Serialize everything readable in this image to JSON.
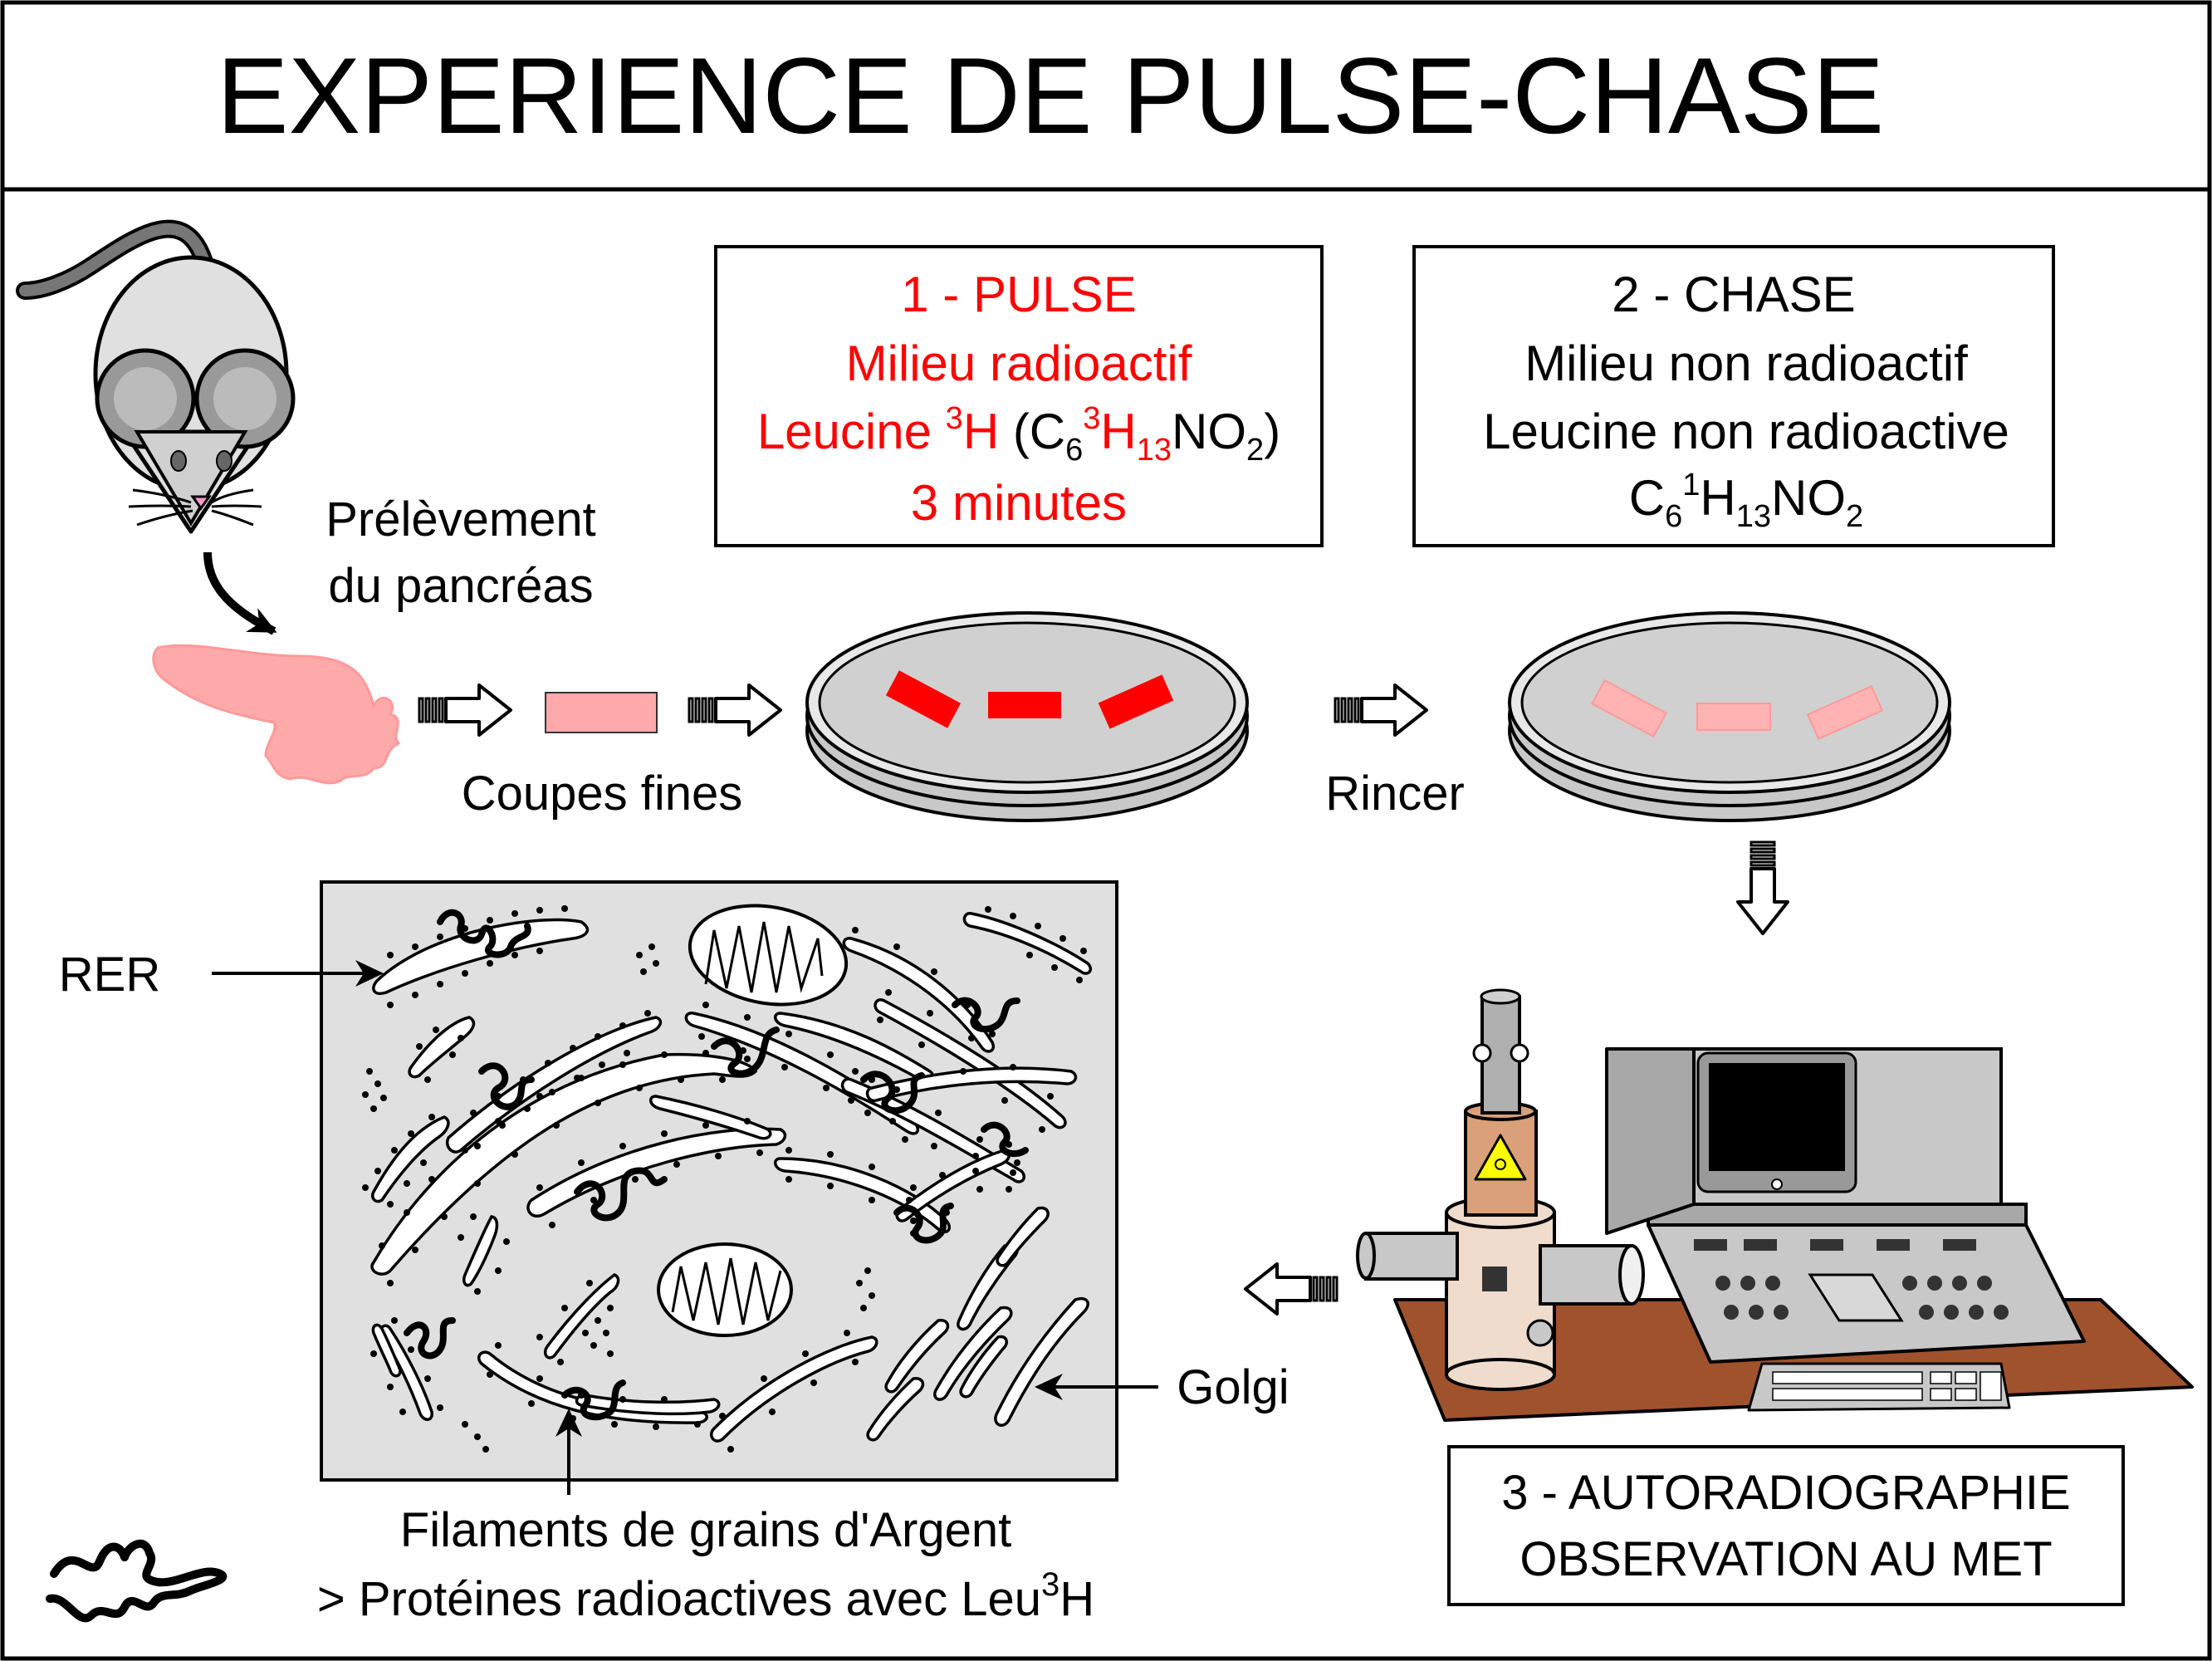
{
  "title": "EXPERIENCE DE PULSE-CHASE",
  "colors": {
    "red": "#ff0000",
    "pink_tissue": "#ffaaaa",
    "light_pink": "#ffb3b3",
    "gray_cell": "#e0e0e0",
    "desk": "#a0522d"
  },
  "mouse": {
    "label_line1": "Prélèvement",
    "label_line2": "du pancréas"
  },
  "steps": {
    "cut": {
      "label": "Coupes fines"
    },
    "rinse": {
      "label": "Rincer"
    }
  },
  "pulse": {
    "title": "1 - PULSE",
    "line2": "Milieu radioactif",
    "line3_prefix": "Leucine ",
    "line3_sup": "3",
    "line3_h": "H",
    "formula_open": " (C",
    "formula_sub6": "6",
    "formula_sup3": "3",
    "formula_h": "H",
    "formula_sub13": "13",
    "formula_no": "NO",
    "formula_sub2": "2",
    "formula_close": ")",
    "line4": "3 minutes"
  },
  "chase": {
    "title": "2 - CHASE",
    "line2": "Milieu non radioactif",
    "line3": "Leucine non radioactive",
    "formula_c": "C",
    "formula_sub6": "6",
    "formula_sup1": "1",
    "formula_h": "H",
    "formula_sub13": "13",
    "formula_no": "NO",
    "formula_sub2": "2"
  },
  "autoradio": {
    "line1": "3 - AUTORADIOGRAPHIE",
    "line2": "OBSERVATION AU MET"
  },
  "cell": {
    "rer_label": "RER",
    "golgi_label": "Golgi"
  },
  "legend": {
    "line1": "Filaments de grains d'Argent",
    "line2_prefix": "> Protéines radioactives avec Leu",
    "line2_sup": "3",
    "line2_suffix": "H"
  },
  "icons": {
    "laser_warning": "laser-warning-icon",
    "silver_filament": "silver-filament-icon"
  }
}
